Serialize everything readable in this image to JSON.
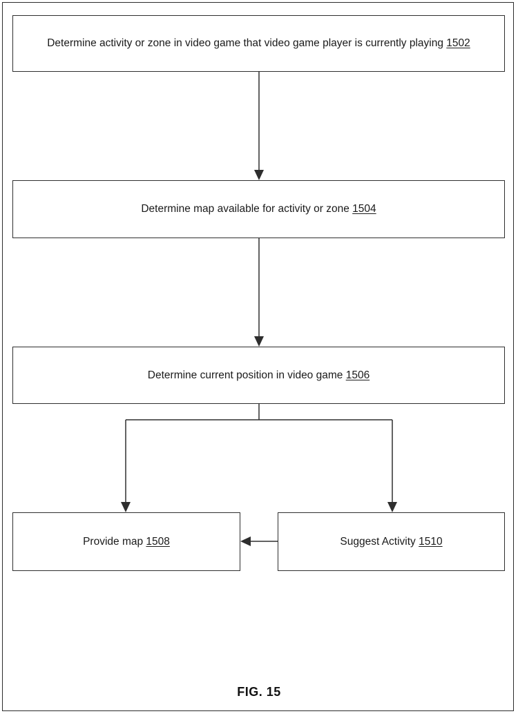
{
  "figure": {
    "caption": "FIG. 15",
    "type": "patent-flowchart"
  },
  "nodes": [
    {
      "id": "1502",
      "name": "determine-activity-or-zone",
      "text": "Determine activity or zone in video game that video game player is currently playing ",
      "ref": "1502"
    },
    {
      "id": "1504",
      "name": "determine-map-available",
      "text": "Determine map available for activity or zone ",
      "ref": "1504"
    },
    {
      "id": "1506",
      "name": "determine-current-position",
      "text": "Determine current position in video game ",
      "ref": "1506"
    },
    {
      "id": "1508",
      "name": "provide-map",
      "text": "Provide map ",
      "ref": "1508"
    },
    {
      "id": "1510",
      "name": "suggest-activity",
      "text": "Suggest Activity ",
      "ref": "1510"
    }
  ],
  "edges": [
    {
      "from": "1502",
      "to": "1504",
      "style": "vertical-arrow"
    },
    {
      "from": "1504",
      "to": "1506",
      "style": "vertical-arrow"
    },
    {
      "from": "1506",
      "to": "1508",
      "style": "branch-left-arrow"
    },
    {
      "from": "1506",
      "to": "1510",
      "style": "branch-right-arrow"
    },
    {
      "from": "1510",
      "to": "1508",
      "style": "horizontal-left-arrow"
    }
  ],
  "colors": {
    "stroke": "#2e2e2e",
    "text": "#1a1a1a",
    "background": "#ffffff",
    "frame": "#2b2b2b"
  }
}
